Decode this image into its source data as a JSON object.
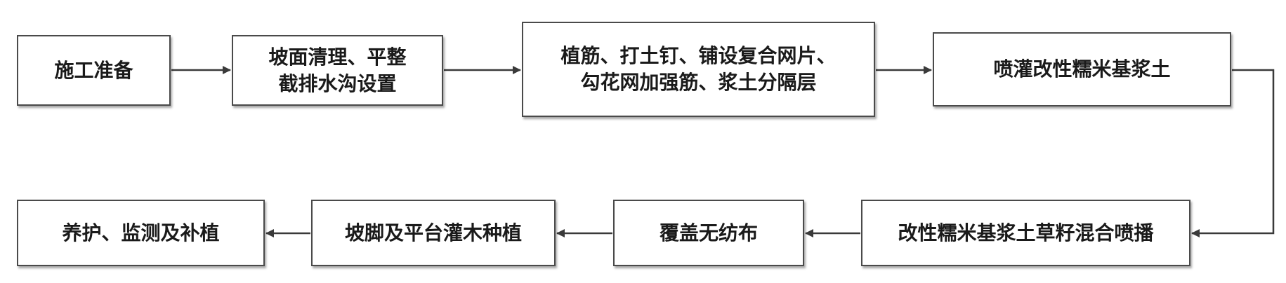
{
  "flowchart": {
    "steps": [
      {
        "id": "step-1",
        "text": "施工准备"
      },
      {
        "id": "step-2",
        "text": "坡面清理、平整\n截排水沟设置"
      },
      {
        "id": "step-3",
        "text": "植筋、打土钉、铺设复合网片、\n勾花网加强筋、浆土分隔层"
      },
      {
        "id": "step-4",
        "text": "喷灌改性糯米基浆土"
      },
      {
        "id": "step-5",
        "text": "改性糯米基浆土草籽混合喷播"
      },
      {
        "id": "step-6",
        "text": "覆盖无纺布"
      },
      {
        "id": "step-7",
        "text": "坡脚及平台灌木种植"
      },
      {
        "id": "step-8",
        "text": "养护、监测及补植"
      }
    ],
    "connections": [
      {
        "from": "step-1",
        "to": "step-2"
      },
      {
        "from": "step-2",
        "to": "step-3"
      },
      {
        "from": "step-3",
        "to": "step-4"
      },
      {
        "from": "step-4",
        "to": "step-5"
      },
      {
        "from": "step-5",
        "to": "step-6"
      },
      {
        "from": "step-6",
        "to": "step-7"
      },
      {
        "from": "step-7",
        "to": "step-8"
      }
    ],
    "colors": {
      "border": "#4a4a4a",
      "text": "#1a1a1a",
      "arrow": "#3a3a3a",
      "background": "#ffffff"
    }
  }
}
